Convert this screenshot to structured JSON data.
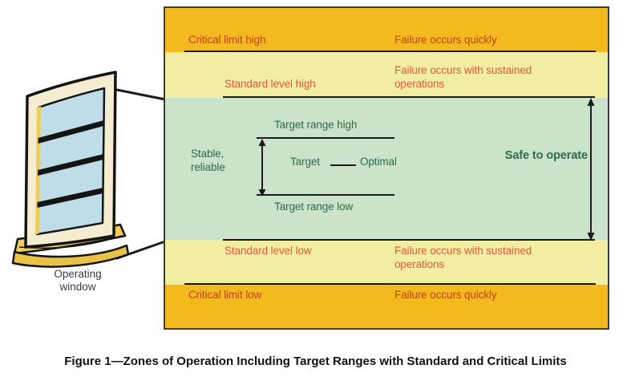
{
  "caption": "Figure 1—Zones of Operation Including Target Ranges with Standard and Critical Limits",
  "window": {
    "label": "Operating\nwindow"
  },
  "zones": {
    "critical_high": {
      "label": "Critical limit high",
      "failure": "Failure occurs quickly"
    },
    "standard_high": {
      "label": "Standard level high",
      "failure": "Failure occurs with sustained operations"
    },
    "safe": {
      "target_range_high": "Target range high",
      "stable": "Stable,\nreliable",
      "target": "Target",
      "optimal": "Optimal",
      "target_range_low": "Target range low",
      "safe_to_operate": "Safe to operate"
    },
    "standard_low": {
      "label": "Standard level low",
      "failure": "Failure occurs with sustained operations"
    },
    "critical_low": {
      "label": "Critical limit low",
      "failure": "Failure occurs quickly"
    }
  },
  "colors": {
    "band_critical": "#F3BA20",
    "band_standard": "#F1EEA1",
    "band_safe": "#CBE3CA",
    "text_critical": "#C63D22",
    "text_standard": "#E5583B",
    "text_green": "#2E6A4D",
    "line": "#1B1B1B",
    "border": "#3D3D3D",
    "caption": "#111111",
    "window_label": "#333B45",
    "window_frame": "#F4EDD2",
    "window_pane": "#BEDDE9",
    "window_sill": "#F0CD59",
    "window_sill2": "#E8C247"
  }
}
